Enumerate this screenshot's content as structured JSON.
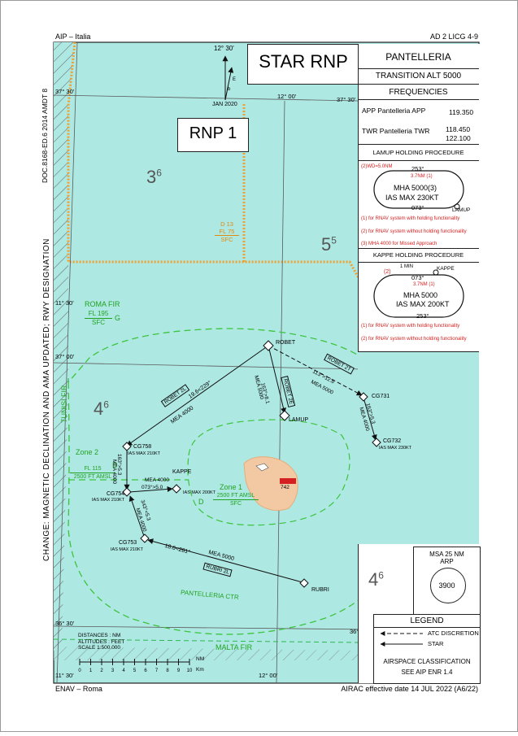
{
  "header": {
    "left": "AIP – Italia",
    "right": "AD 2 LICG 4-9"
  },
  "footer": {
    "left": "ENAV – Roma",
    "right": "AIRAC effective date 14 JUL 2022 (A6/22)"
  },
  "side_note": "CHANGE: MAGNETIC DECLINATION AND AMA UPDATED; RWY DESIGNATION",
  "doc_ref": "DOC.8168-ED.6 2014 AMDT 8",
  "title": {
    "chart": "STAR RNP",
    "airport": "PANTELLERIA",
    "transition": "TRANSITION ALT 5000",
    "rnp": "RNP 1"
  },
  "frequencies": {
    "heading": "FREQUENCIES",
    "app_label": "APP Pantelleria APP",
    "app_value": "119.350",
    "twr_label": "TWR Pantelleria TWR",
    "twr_value1": "118.450",
    "twr_value2": "122.100"
  },
  "lamup_hold": {
    "heading": "LAMUP HOLDING PROCEDURE",
    "wd": "(2)WD=5.0NM",
    "inbound": "253°",
    "dist": "3.7NM (1)",
    "mha": "MHA 5000(3)",
    "ias": "IAS MAX 230KT",
    "outbound": "073°",
    "fix": "LAMUP",
    "note1": "(1) for RNAV system with holding functionality",
    "note2": "(2) for RNAV system without holding functionality",
    "note3": "(3) MHA 4000 for Missed Approach"
  },
  "kappe_hold": {
    "heading": "KAPPE HOLDING PROCEDURE",
    "mark2": "(2)",
    "dist2": "1 MIN",
    "fix": "KAPPE",
    "outbound": "073°",
    "dist1": "3.7NM (1)",
    "mha": "MHA 5000",
    "ias": "IAS MAX 200KT",
    "inbound": "253°",
    "note1": "(1) for RNAV system with holding functionality",
    "note2": "(2) for RNAV system without holding functionality"
  },
  "msa": {
    "title": "MSA 25 NM",
    "sub": "ARP",
    "value": "3900"
  },
  "legend": {
    "heading": "LEGEND",
    "atc": "ATC DISCRETION",
    "star": "STAR"
  },
  "airspace": {
    "line1": "AIRSPACE CLASSIFICATION",
    "line2": "SEE AIP ENR 1.4"
  },
  "map": {
    "north_lon": "12° 30'",
    "north_date": "JAN 2020",
    "declination_e": "E",
    "declination_b": "b",
    "lat_3730_left": "37° 30'",
    "lat_3730_right": "37° 30'",
    "lon_1200_top": "12° 00'",
    "lat_3700_left": "37° 00'",
    "lat_3700_right": "37° 00'",
    "lat_3630_left": "36° 30'",
    "lat_3630_right": "36° 30'",
    "lon_1130_bottom": "11° 30'",
    "lon_1200_bottom": "12° 00'",
    "lon_1130_left": "11° 30'",
    "area_36": "3",
    "area_36_sup": "6",
    "area_55": "5",
    "area_55_sup": "5",
    "area_46_left": "4",
    "area_46_left_sup": "6",
    "area_46_right": "4",
    "area_46_right_sup": "6",
    "d13_name": "D 13",
    "d13_upper": "FL 75",
    "d13_lower": "SFC",
    "roma_fir": "ROMA  FIR",
    "roma_upper": "FL 195",
    "roma_lower": "SFC",
    "roma_class": "G",
    "tunisi_fir": "TUNISI  FIR",
    "malta_fir": "MALTA  FIR",
    "pantelleria_ctr": "PANTELLERIA  CTR",
    "zone2_name": "Zone  2",
    "zone2_class": "D",
    "zone2_upper": "FL 115",
    "zone2_lower": "2500 FT AMSL",
    "zone1_name": "Zone  1",
    "zone1_class": "D",
    "zone1_upper": "2500 FT AMSL",
    "zone1_lower": "SFC",
    "arp_elev": "742",
    "arp_box": "",
    "scale_distances": "DISTANCES : NM",
    "scale_altitudes": "ALTITUDES : FEET",
    "scale_scale": "SCALE   1:500.000",
    "scale_ticks": [
      "0",
      "1",
      "2",
      "3",
      "4",
      "5",
      "6",
      "7",
      "8",
      "9",
      "10"
    ],
    "scale_nm_label": "NM",
    "scale_km_label": "Km"
  },
  "waypoints": {
    "robet": "ROBET",
    "lamup": "LAMUP",
    "cg731": "CG731",
    "cg732": "CG732",
    "cg732_ias": "IAS MAX 230KT",
    "cg758": "CG758",
    "cg758_ias": "IAS MAX 210KT",
    "cg754": "CG754",
    "cg754_ias": "IAS MAX 210KT",
    "cg753": "CG753",
    "cg753_ias": "IAS MAX 210KT",
    "kappe": "KAPPE",
    "kappe_ias": "IAS MAX 200KT",
    "rubri": "RUBRI"
  },
  "routes": {
    "robet2l": "ROBET 2L",
    "robet2l_trk": "19.6<229°",
    "robet2l_mea": "MEA  4000",
    "robet2e": "ROBET 2E",
    "robet2e_trk": "163°>8.1",
    "robet2e_mea": "MEA 5000",
    "robet2t": "ROBET 2T",
    "robet2t_trk": "113°>12.6",
    "robet2t_mea": "MEA 5000",
    "cg731_leg": "163°>5.3",
    "cg731_mea": "MEA 4000",
    "cg758_leg": "163°>5.3",
    "cg758_mea": "MEA 4000",
    "cg754_leg": "073°>5.0",
    "cg754_mea": "MEA 4000",
    "cg753_leg": "343°<5.3",
    "cg753_mea": "MEA 4000",
    "rubri2l": "RUBRI 2L",
    "rubri_trk": "18.6<281°",
    "rubri_mea": "MEA  5000"
  },
  "colors": {
    "sea": "#aee8e3",
    "restricted": "#f0a030",
    "ctr": "#3cc43c",
    "fir": "#2fb84f",
    "zone_label": "#21a321",
    "red": "#d42020",
    "grid": "#5a5a5a",
    "island": "#f2c9a3"
  }
}
